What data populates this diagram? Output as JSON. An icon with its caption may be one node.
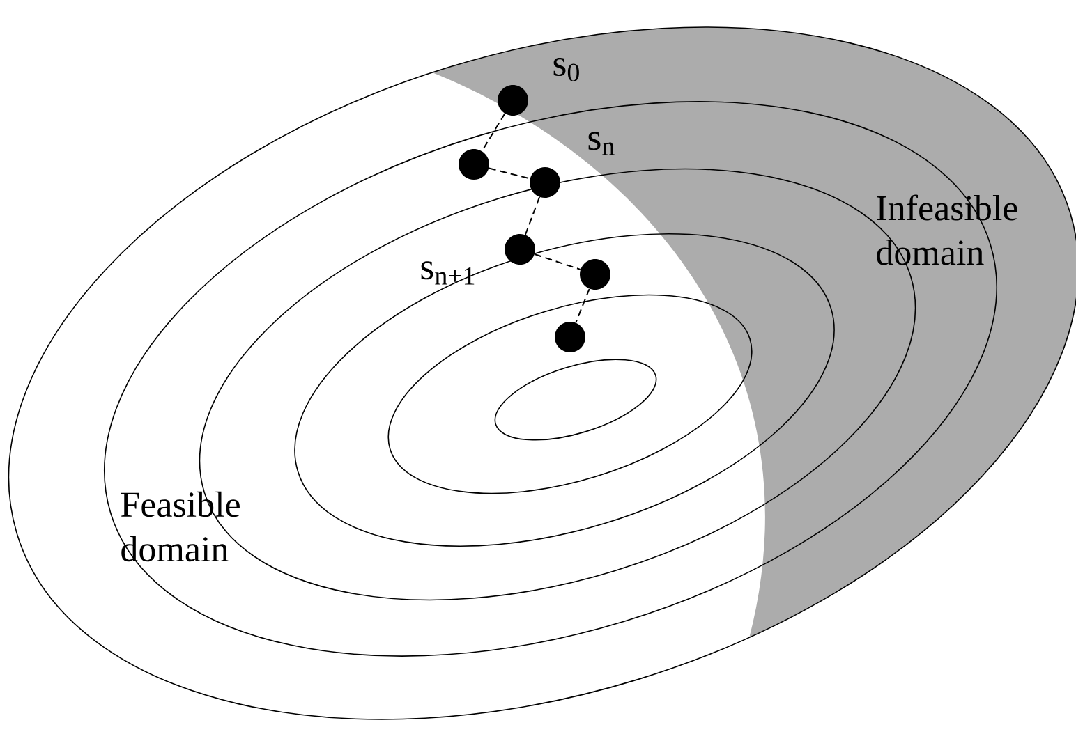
{
  "diagram": {
    "nodes": [
      {
        "text": [],
        "shape": "circle",
        "beside": [
          "s$_{0}$"
        ]
      },
      {
        "text": [],
        "shape": "circle"
      },
      {
        "text": [],
        "shape": "circle",
        "beside": [
          "s$_{n}$"
        ]
      },
      {
        "text": [],
        "shape": "circle",
        "beside": [
          "s$_{n+1}$"
        ]
      },
      {
        "text": [],
        "shape": "circle"
      },
      {
        "text": [],
        "shape": "circle"
      }
    ],
    "edges": [
      {
        "from": 0,
        "to": 1,
        "arrow": "none",
        "style": "dashed"
      },
      {
        "from": 1,
        "to": 2,
        "arrow": "none",
        "style": "dashed"
      },
      {
        "from": 2,
        "to": 3,
        "arrow": "none",
        "style": "dashed"
      },
      {
        "from": 3,
        "to": 4,
        "arrow": "none",
        "style": "dashed"
      },
      {
        "from": 4,
        "to": 5,
        "arrow": "none",
        "style": "dashed"
      }
    ],
    "labels": [
      "Infeasible domain",
      "Feasible domain"
    ]
  }
}
